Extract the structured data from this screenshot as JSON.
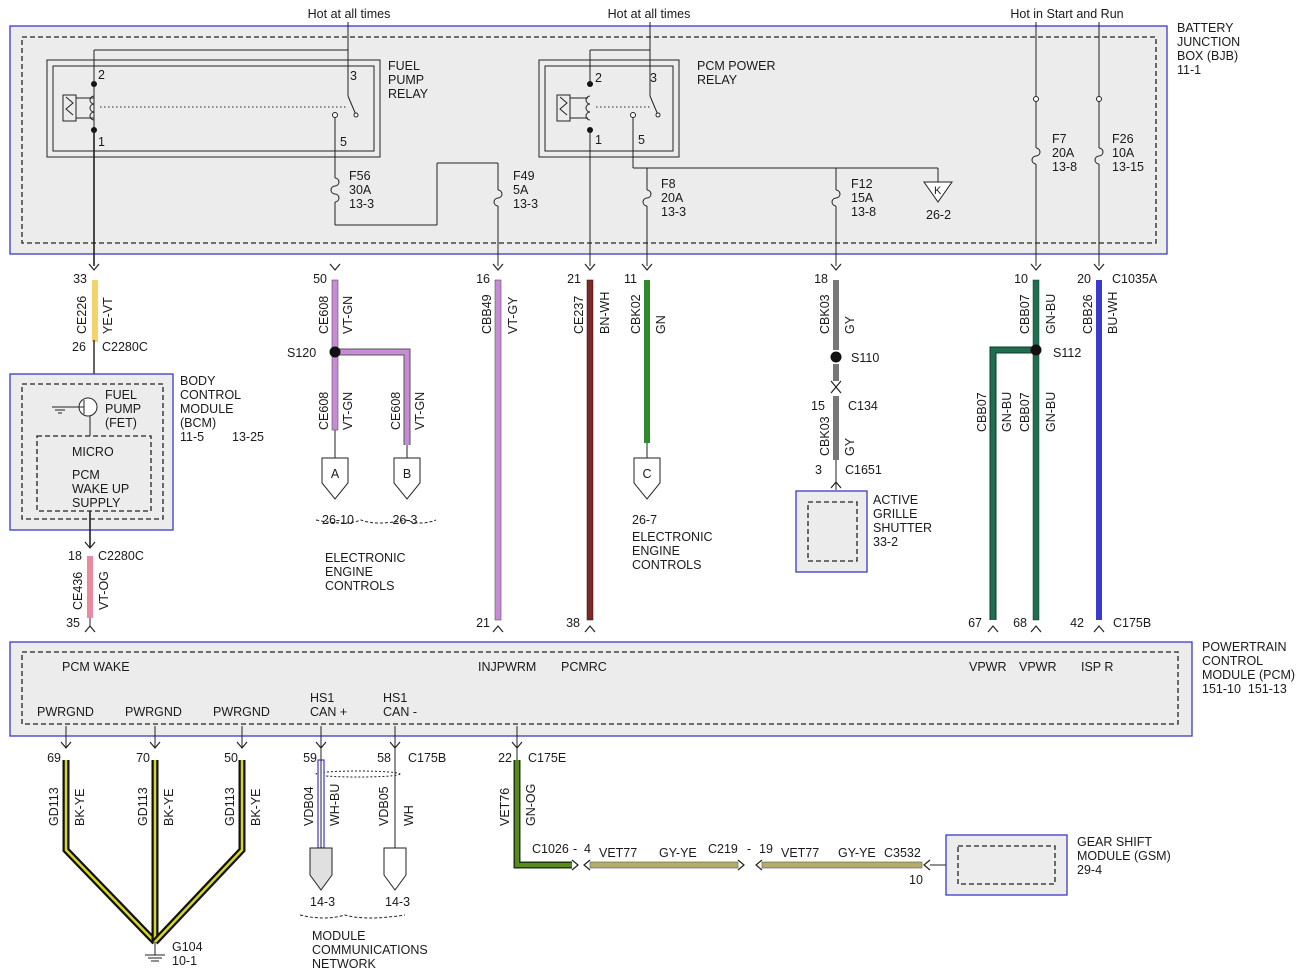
{
  "hot_labels": {
    "hot1": "Hot at all times",
    "hot2": "Hot at all times",
    "hot3": "Hot in Start and Run"
  },
  "bjb": {
    "name": "BATTERY JUNCTION BOX (BJB)",
    "line1": "BATTERY",
    "line2": "JUNCTION",
    "line3": "BOX (BJB)",
    "page": "11-1"
  },
  "fuel_relay": {
    "line1": "FUEL",
    "line2": "PUMP",
    "line3": "RELAY",
    "pin1": "1",
    "pin2": "2",
    "pin3": "3",
    "pin5": "5"
  },
  "pcm_relay": {
    "line1": "PCM POWER",
    "line2": "RELAY",
    "pin1": "1",
    "pin2": "2",
    "pin3": "3",
    "pin5": "5"
  },
  "fuses": {
    "f56": {
      "name": "F56",
      "rating": "30A",
      "page": "13-3"
    },
    "f49": {
      "name": "F49",
      "rating": "5A",
      "page": "13-3"
    },
    "f8": {
      "name": "F8",
      "rating": "20A",
      "page": "13-3"
    },
    "f12": {
      "name": "F12",
      "rating": "15A",
      "page": "13-8"
    },
    "f7": {
      "name": "F7",
      "rating": "20A",
      "page": "13-8"
    },
    "f26": {
      "name": "F26",
      "rating": "10A",
      "page": "13-15"
    }
  },
  "k_connector": {
    "letter": "K",
    "page": "26-2"
  },
  "bjb_pins": {
    "p33": "33",
    "p50": "50",
    "p16": "16",
    "p21": "21",
    "p11": "11",
    "p18": "18",
    "p10": "10",
    "p20": "20",
    "conn": "C1035A"
  },
  "wires_upper": {
    "ce226": {
      "circuit": "CE226",
      "color": "YE-VT"
    },
    "ce608a": {
      "circuit": "CE608",
      "color": "VT-GN"
    },
    "ce608b": {
      "circuit": "CE608",
      "color": "VT-GN"
    },
    "ce608c": {
      "circuit": "CE608",
      "color": "VT-GN"
    },
    "cbb49": {
      "circuit": "CBB49",
      "color": "VT-GY"
    },
    "ce237": {
      "circuit": "CE237",
      "color": "BN-WH"
    },
    "cbk02": {
      "circuit": "CBK02",
      "color": "GN"
    },
    "cbk03a": {
      "circuit": "CBK03",
      "color": "GY"
    },
    "cbk03b": {
      "circuit": "CBK03",
      "color": "GY"
    },
    "cbb07a": {
      "circuit": "CBB07",
      "color": "GN-BU"
    },
    "cbb07b": {
      "circuit": "CBB07",
      "color": "GN-BU"
    },
    "cbb26": {
      "circuit": "CBB26",
      "color": "BU-WH"
    },
    "ce436": {
      "circuit": "CE436",
      "color": "VT-OG"
    }
  },
  "splices": {
    "s120": "S120",
    "s110": "S110",
    "s112": "S112"
  },
  "c2280c_top": {
    "pin": "26",
    "name": "C2280C"
  },
  "c2280c_bot": {
    "pin": "18",
    "name": "C2280C"
  },
  "c134": {
    "pin": "15",
    "name": "C134"
  },
  "c1651": {
    "pin": "3",
    "name": "C1651"
  },
  "bcm": {
    "line1": "BODY",
    "line2": "CONTROL",
    "line3": "MODULE",
    "line4": "(BCM)",
    "page1": "11-5",
    "page2": "13-25",
    "fet1": "FUEL",
    "fet2": "PUMP",
    "fet3": "(FET)",
    "micro": "MICRO",
    "wake1": "PCM",
    "wake2": "WAKE UP",
    "wake3": "SUPPLY"
  },
  "connectors_ab": {
    "a": "A",
    "b": "B",
    "a_page": "26-10",
    "b_page": "26-3",
    "label1": "ELECTRONIC",
    "label2": "ENGINE",
    "label3": "CONTROLS"
  },
  "connector_c": {
    "c": "C",
    "page": "26-7",
    "label1": "ELECTRONIC",
    "label2": "ENGINE",
    "label3": "CONTROLS"
  },
  "ags": {
    "line1": "ACTIVE",
    "line2": "GRILLE",
    "line3": "SHUTTER",
    "page": "33-2"
  },
  "pcm_top_pins": {
    "p35": "35",
    "p21": "21",
    "p38": "38",
    "p67": "67",
    "p68": "68",
    "p42": "42",
    "conn": "C175B"
  },
  "pcm": {
    "line1": "POWERTRAIN",
    "line2": "CONTROL",
    "line3": "MODULE (PCM)",
    "pages": "151-10  151-13",
    "pcm_wake": "PCM WAKE",
    "injpwrm": "INJPWRM",
    "pcmrc": "PCMRC",
    "vpwr1": "VPWR",
    "vpwr2": "VPWR",
    "ispr": "ISP R",
    "pwrgnd1": "PWRGND",
    "pwrgnd2": "PWRGND",
    "pwrgnd3": "PWRGND",
    "hs1a": "HS1",
    "cana": "CAN +",
    "hs1b": "HS1",
    "canb": "CAN -"
  },
  "pcm_bot_pins": {
    "p69": "69",
    "p70": "70",
    "p50": "50",
    "p59": "59",
    "p58": "58",
    "c175b": "C175B",
    "p22": "22",
    "c175e": "C175E"
  },
  "wires_lower": {
    "gd113a": {
      "circuit": "GD113",
      "color": "BK-YE"
    },
    "gd113b": {
      "circuit": "GD113",
      "color": "BK-YE"
    },
    "gd113c": {
      "circuit": "GD113",
      "color": "BK-YE"
    },
    "vdb04": {
      "circuit": "VDB04",
      "color": "WH-BU"
    },
    "vdb05": {
      "circuit": "VDB05",
      "color": "WH"
    },
    "vet76": {
      "circuit": "VET76",
      "color": "GN-OG"
    },
    "vet77a": {
      "circuit": "VET77",
      "color": "GY-YE"
    },
    "vet77b": {
      "circuit": "VET77",
      "color": "GY-YE"
    }
  },
  "ground": {
    "name": "G104",
    "page": "10-1"
  },
  "mcn": {
    "page1": "14-3",
    "page2": "14-3",
    "line1": "MODULE",
    "line2": "COMMUNICATIONS",
    "line3": "NETWORK"
  },
  "inline": {
    "c1026": "C1026",
    "c1026_pin": "4",
    "c219": "C219",
    "c219_pin": "19",
    "c3532": "C3532",
    "gsm_pin": "10"
  },
  "gsm": {
    "line1": "GEAR SHIFT",
    "line2": "MODULE (GSM)",
    "page": "29-4"
  },
  "colors": {
    "yellow": "#f6d36a",
    "violet": "#c88bd6",
    "brown": "#7a2a2a",
    "green": "#2d8b2d",
    "gray": "#777777",
    "blue": "#3a3acc",
    "pink": "#e88aa0",
    "gn_bu": "#1f6e50",
    "bk_ye": "#d8d820",
    "gn_og": "#5a8a1e",
    "gy_ye": "#b5ad6a"
  }
}
